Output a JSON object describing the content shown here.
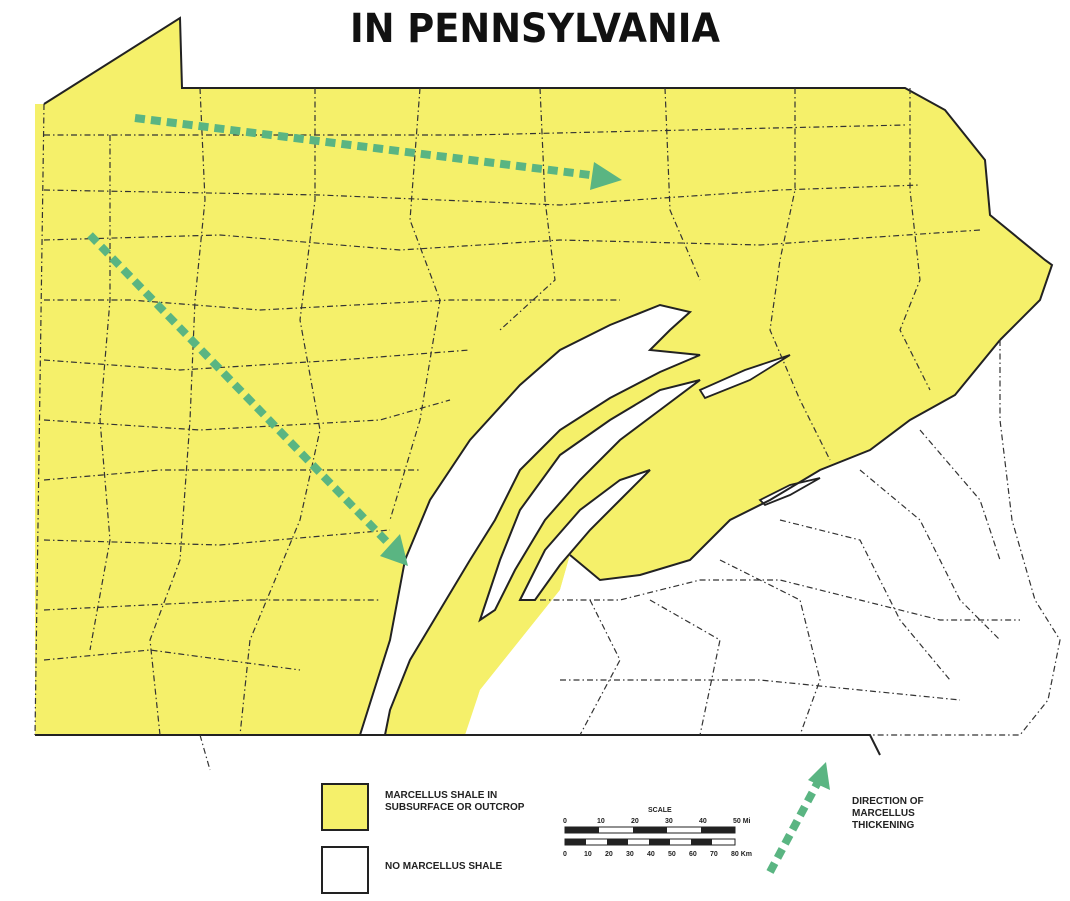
{
  "title": "IN PENNSYLVANIA",
  "colors": {
    "shale": "#f5f06a",
    "no_shale": "#ffffff",
    "arrow": "#5ab582",
    "border": "#222222"
  },
  "legend": {
    "shale_label_1": "MARCELLUS SHALE IN",
    "shale_label_2": "SUBSURFACE OR OUTCROP",
    "no_shale_label": "NO MARCELLUS SHALE",
    "arrow_label_1": "DIRECTION OF",
    "arrow_label_2": "MARCELLUS",
    "arrow_label_3": "THICKENING"
  },
  "scale": {
    "title": "SCALE",
    "mi_ticks": [
      "0",
      "10",
      "20",
      "30",
      "40",
      "50 Mi"
    ],
    "km_ticks": [
      "0",
      "10",
      "20",
      "30",
      "40",
      "50",
      "60",
      "70",
      "80 Km"
    ]
  }
}
